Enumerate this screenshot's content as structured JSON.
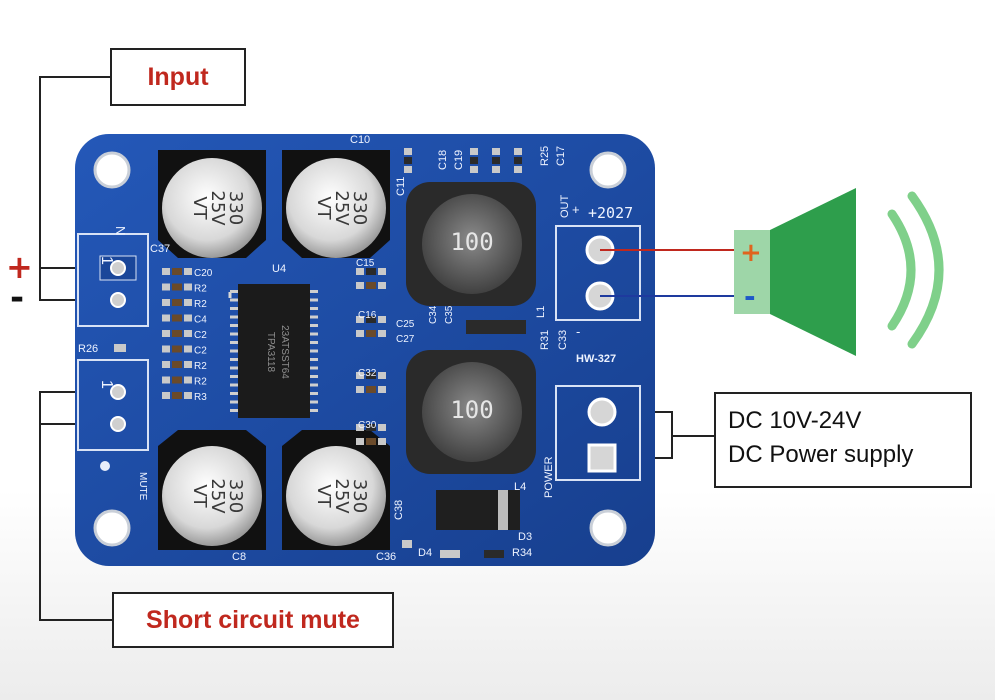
{
  "callouts": {
    "input": "Input",
    "short_circuit_mute": "Short circuit mute",
    "dc_voltage": "DC 10V-24V",
    "dc_supply": "DC Power supply"
  },
  "input_signs": {
    "plus": "+",
    "minus": "-"
  },
  "speaker_signs": {
    "plus": "+",
    "minus": "-"
  },
  "board": {
    "model": "HW-327",
    "out_label": "OUT",
    "out_code": "+2027",
    "power_label": "POWER",
    "mute_label": "MUTE",
    "pin_one": "1",
    "chip_line1": "23ATSST64",
    "chip_line2": "TPA3118",
    "chip_ref": "U4",
    "capacitors": [
      {
        "ref": "C37",
        "line1": "330",
        "line2": "25V",
        "line3": "VT"
      },
      {
        "ref": "C10",
        "line1": "330",
        "line2": "25V",
        "line3": "VT"
      },
      {
        "ref": "C8",
        "line1": "330",
        "line2": "25V",
        "line3": "VT"
      },
      {
        "ref": "C36",
        "line1": "330",
        "line2": "25V",
        "line3": "VT"
      }
    ],
    "inductors": [
      {
        "ref": "L1",
        "value": "100"
      },
      {
        "ref": "L4",
        "value": "100"
      }
    ],
    "left_refs": [
      "C20",
      "R2",
      "R2",
      "C4",
      "C2",
      "C2",
      "R2",
      "R2",
      "R3"
    ],
    "mid_refs": [
      "C15",
      "C16",
      "C32",
      "C30",
      "C25",
      "C27",
      "C34",
      "C35"
    ],
    "misc_refs": [
      "R26",
      "C11",
      "C18",
      "C19",
      "R25",
      "C17",
      "R31",
      "C33",
      "C38",
      "D3",
      "D4",
      "R34",
      "N",
      "+",
      "-"
    ]
  },
  "colors": {
    "pcb_blue": "#1e4fa8",
    "callout_red": "#c0281e",
    "speaker_green": "#2e9e4c",
    "plus_sign": "#e0641e",
    "minus_sign": "#1e58c8",
    "wire_red": "#c0281e",
    "wire_blue": "#1e3a9e"
  }
}
